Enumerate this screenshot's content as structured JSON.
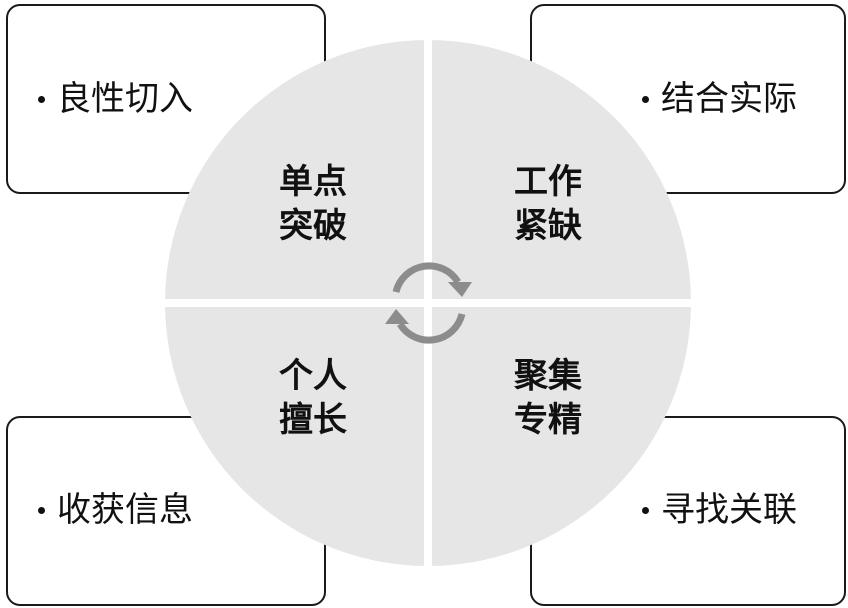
{
  "quadrants": {
    "top_left": {
      "line1": "单点",
      "line2": "突破"
    },
    "top_right": {
      "line1": "工作",
      "line2": "紧缺"
    },
    "bottom_left": {
      "line1": "个人",
      "line2": "擅长"
    },
    "bottom_right": {
      "line1": "聚集",
      "line2": "专精"
    }
  },
  "corner_boxes": {
    "top_left": "良性切入",
    "top_right": "结合实际",
    "bottom_left": "收获信息",
    "bottom_right": "寻找关联"
  },
  "colors": {
    "circle_fill": "#e6e6e6",
    "arrow": "#8c8c8c",
    "box_border": "#1a1a1a"
  },
  "icons": {
    "center": "refresh-cycle-icon"
  }
}
